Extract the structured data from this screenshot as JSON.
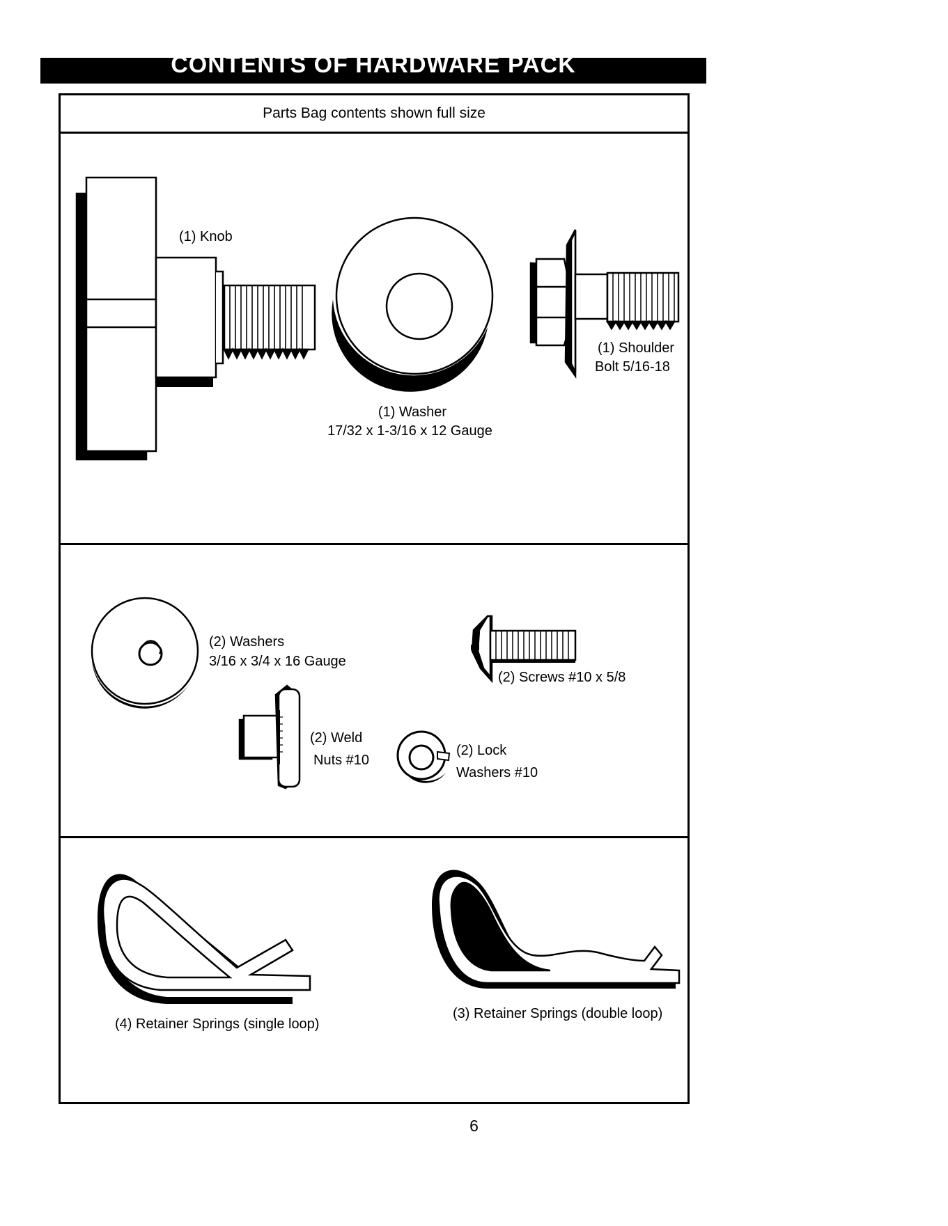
{
  "page": {
    "title": "CONTENTS OF HARDWARE PACK",
    "subtitle": "Parts Bag contents shown full size",
    "page_number": "6"
  },
  "items": {
    "knob": {
      "label": "(1) Knob",
      "icon": "knob-icon"
    },
    "washer_large": {
      "line1": "(1) Washer",
      "line2": "17/32 x 1-3/16 x 12 Gauge",
      "icon": "washer-icon"
    },
    "shoulder_bolt": {
      "line1": "(1) Shoulder",
      "line2": "Bolt  5/16-18",
      "icon": "shoulder-bolt-icon"
    },
    "washers_small": {
      "line1": "(2) Washers",
      "line2": "3/16 x 3/4 x 16 Gauge",
      "icon": "washer-icon"
    },
    "screws": {
      "label": "(2) Screws  #10 x 5/8",
      "icon": "screw-icon"
    },
    "weld_nuts": {
      "line1": "(2) Weld",
      "line2": "Nuts  #10",
      "icon": "weld-nut-icon"
    },
    "lock_washers": {
      "line1": "(2) Lock",
      "line2": "Washers  #10",
      "icon": "lock-washer-icon"
    },
    "spring_single": {
      "label": "(4)  Retainer Springs (single loop)",
      "icon": "retainer-spring-single-icon"
    },
    "spring_double": {
      "label": "(3)  Retainer Springs (double loop)",
      "icon": "retainer-spring-double-icon"
    }
  }
}
